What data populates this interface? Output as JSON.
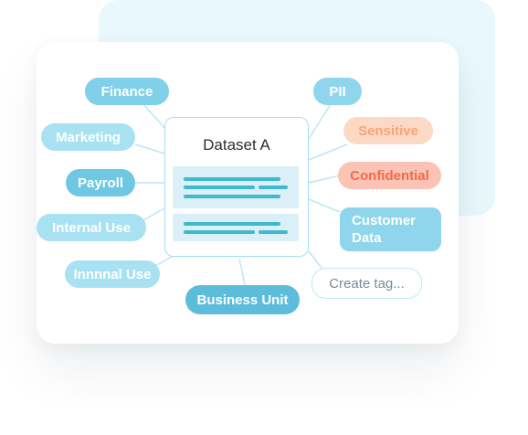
{
  "diagram": {
    "dataset": {
      "title": "Dataset A"
    },
    "tags": {
      "finance": "Finance",
      "marketing": "Marketing",
      "payroll": "Payroll",
      "internal_use": "Internal Use",
      "innnnal_use": "Innnnal Use",
      "business_unit": "Business Unit",
      "pii": "PII",
      "sensitive": "Sensitive",
      "confidential": "Confidential",
      "customer_data_line1": "Customer",
      "customer_data_line2": "Data"
    },
    "create_tag": {
      "placeholder": "Create tag..."
    },
    "colors": {
      "accent": "#3fb9cc",
      "tag_blue": "#7fd0e8",
      "sensitive": "#f7a575",
      "confidential": "#f26a4a"
    }
  }
}
